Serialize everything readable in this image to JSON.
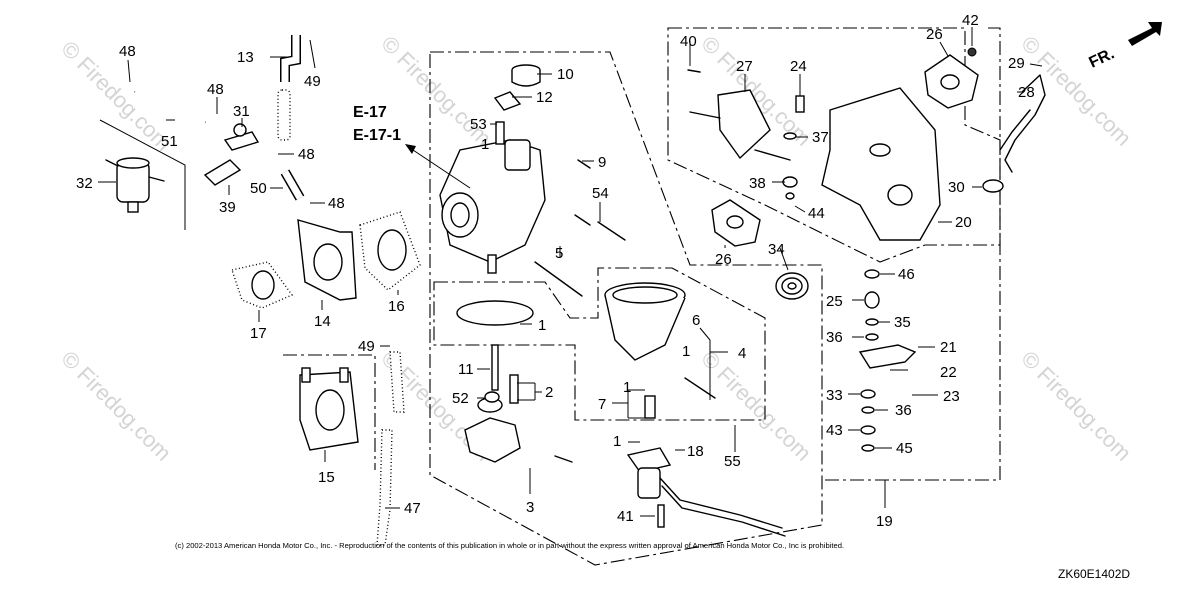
{
  "callouts": [
    {
      "key": "c1a",
      "text": "1"
    },
    {
      "key": "c1b",
      "text": "1"
    },
    {
      "key": "c1c",
      "text": "1"
    },
    {
      "key": "c1d",
      "text": "1"
    },
    {
      "key": "c1e",
      "text": "1"
    },
    {
      "key": "c2",
      "text": "2"
    },
    {
      "key": "c3",
      "text": "3"
    },
    {
      "key": "c4",
      "text": "4"
    },
    {
      "key": "c5",
      "text": "5"
    },
    {
      "key": "c6",
      "text": "6"
    },
    {
      "key": "c7",
      "text": "7"
    },
    {
      "key": "c9",
      "text": "9"
    },
    {
      "key": "c10",
      "text": "10"
    },
    {
      "key": "c11",
      "text": "11"
    },
    {
      "key": "c12",
      "text": "12"
    },
    {
      "key": "c13",
      "text": "13"
    },
    {
      "key": "c14",
      "text": "14"
    },
    {
      "key": "c15",
      "text": "15"
    },
    {
      "key": "c16",
      "text": "16"
    },
    {
      "key": "c17",
      "text": "17"
    },
    {
      "key": "c18",
      "text": "18"
    },
    {
      "key": "c19",
      "text": "19"
    },
    {
      "key": "c20",
      "text": "20"
    },
    {
      "key": "c21",
      "text": "21"
    },
    {
      "key": "c22",
      "text": "22"
    },
    {
      "key": "c23",
      "text": "23"
    },
    {
      "key": "c24",
      "text": "24"
    },
    {
      "key": "c25",
      "text": "25"
    },
    {
      "key": "c26a",
      "text": "26"
    },
    {
      "key": "c26b",
      "text": "26"
    },
    {
      "key": "c27",
      "text": "27"
    },
    {
      "key": "c28",
      "text": "28"
    },
    {
      "key": "c29",
      "text": "29"
    },
    {
      "key": "c30",
      "text": "30"
    },
    {
      "key": "c31",
      "text": "31"
    },
    {
      "key": "c32",
      "text": "32"
    },
    {
      "key": "c33",
      "text": "33"
    },
    {
      "key": "c34",
      "text": "34"
    },
    {
      "key": "c35",
      "text": "35"
    },
    {
      "key": "c36a",
      "text": "36"
    },
    {
      "key": "c36b",
      "text": "36"
    },
    {
      "key": "c37",
      "text": "37"
    },
    {
      "key": "c38",
      "text": "38"
    },
    {
      "key": "c39",
      "text": "39"
    },
    {
      "key": "c40",
      "text": "40"
    },
    {
      "key": "c41",
      "text": "41"
    },
    {
      "key": "c42",
      "text": "42"
    },
    {
      "key": "c43",
      "text": "43"
    },
    {
      "key": "c44",
      "text": "44"
    },
    {
      "key": "c45",
      "text": "45"
    },
    {
      "key": "c46",
      "text": "46"
    },
    {
      "key": "c47",
      "text": "47"
    },
    {
      "key": "c48a",
      "text": "48"
    },
    {
      "key": "c48b",
      "text": "48"
    },
    {
      "key": "c48c",
      "text": "48"
    },
    {
      "key": "c48d",
      "text": "48"
    },
    {
      "key": "c49a",
      "text": "49"
    },
    {
      "key": "c49b",
      "text": "49"
    },
    {
      "key": "c50",
      "text": "50"
    },
    {
      "key": "c51",
      "text": "51"
    },
    {
      "key": "c52",
      "text": "52"
    },
    {
      "key": "c53",
      "text": "53"
    },
    {
      "key": "c54",
      "text": "54"
    },
    {
      "key": "c55",
      "text": "55"
    }
  ],
  "references": [
    "E-17",
    "E-17-1"
  ],
  "direction_label": "FR.",
  "watermark": "© Firedog.com",
  "copyright": "(c) 2002-2013 American Honda Motor Co., Inc. - Reproduction of the contents of this publication in whole or in part without the express written approval of American Honda Motor Co., Inc is prohibited.",
  "diagram_code": "ZK60E1402D"
}
